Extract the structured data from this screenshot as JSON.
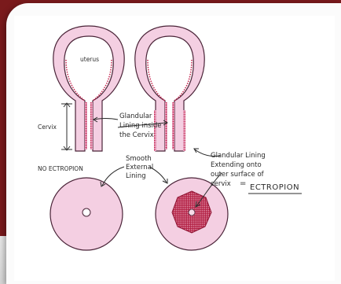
{
  "labels": {
    "uterus": "uterus",
    "cervix": "Cervix",
    "glandular_inside_1": "Glandular",
    "glandular_inside_2": "Lining inside",
    "glandular_inside_3": "the Cervix",
    "smooth_1": "Smooth",
    "smooth_2": "External",
    "smooth_3": "Lining",
    "no_ectropion": "NO ECTROPION",
    "glandular_out_1": "Glandular Lining",
    "glandular_out_2": "Extending onto",
    "glandular_out_3": "outer surface of",
    "glandular_out_4": "cervix",
    "equals": "=",
    "ectropion": "ECTROPION"
  },
  "colors": {
    "organ_fill": "#f4cfe2",
    "outline": "#4a2438",
    "glandular": "#c4204c",
    "frame": "#7a1a1c"
  }
}
